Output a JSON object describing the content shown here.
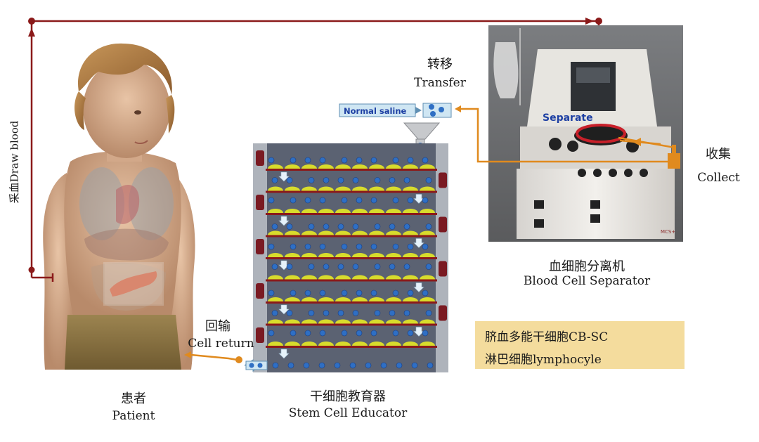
{
  "patient": {
    "label_cn": "患者",
    "label_en": "Patient"
  },
  "draw": {
    "label": "采血Draw blood"
  },
  "transfer": {
    "label_cn": "转移",
    "label_en": "Transfer"
  },
  "saline": {
    "label": "Normal saline"
  },
  "separate": {
    "label": "Separate"
  },
  "collect": {
    "label_cn": "收集",
    "label_en": "Collect"
  },
  "separator": {
    "label_cn": "血细胞分离机",
    "label_en": "Blood Cell Separator"
  },
  "educator": {
    "label_cn": "干细胞教育器",
    "label_en": "Stem Cell Educator"
  },
  "return": {
    "label_cn": "回输",
    "label_en": "Cell return"
  },
  "legend": {
    "cbsc": "脐血多能干细胞CB-SC",
    "lymph": "淋巴细胞lymphocyle"
  },
  "machine": {
    "brand": "MCS+"
  },
  "colors": {
    "draw_line": "#8b1a1a",
    "collect_line": "#e08a1e",
    "cell_dot": "#2f6fc4",
    "cbsc": "#d8dc2c",
    "legend_bg": "#f4dc9d",
    "plate_bar": "#8b1a1a",
    "chamber_bg": "#5b6272"
  }
}
